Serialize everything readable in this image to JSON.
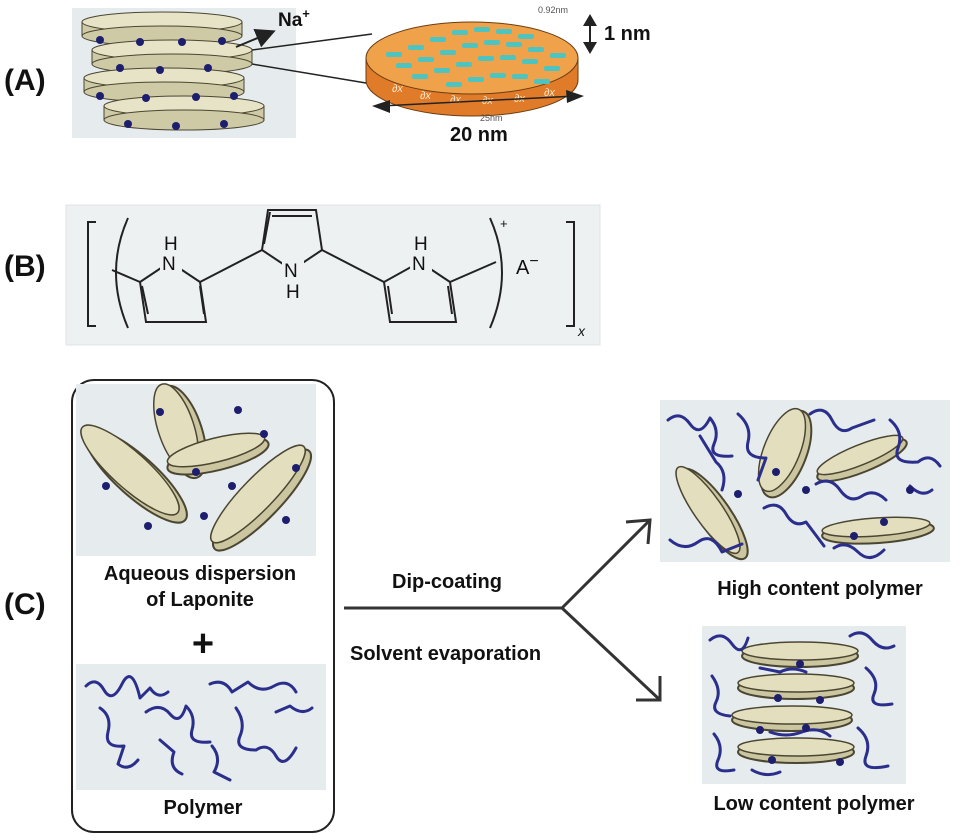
{
  "panels": {
    "a": {
      "label": "(A)",
      "cation": "Na",
      "cation_charge": "+",
      "thickness_small": "0.92nm",
      "thickness": "1 nm",
      "diameter_small": "25nm",
      "diameter": "20 nm",
      "face_symbols": [
        "∂x",
        "∂x",
        "∂x",
        "∂x",
        "∂x",
        "∂x"
      ]
    },
    "b": {
      "label": "(B)",
      "ring_atoms": [
        "H",
        "N",
        "N",
        "H",
        "H",
        "N"
      ],
      "charge": "+",
      "anion": "A",
      "anion_charge": "−",
      "subscript": "x"
    },
    "c": {
      "label": "(C)",
      "dispersion_line1": "Aqueous dispersion",
      "dispersion_line2": "of Laponite",
      "plus": "+",
      "polymer": "Polymer",
      "process1": "Dip-coating",
      "process2": "Solvent evaporation",
      "high_label": "High content polymer",
      "low_label": "Low content polymer"
    }
  },
  "colors": {
    "disc_fill": "#d9d5b4",
    "disc_edge": "#4a4632",
    "ion_dot": "#1e1e6e",
    "polymer_chain": "#2b2f8c",
    "clay_orange": "#e07b2a",
    "clay_face": "#f0a24a",
    "platelet_bg": "#e8eef0"
  }
}
